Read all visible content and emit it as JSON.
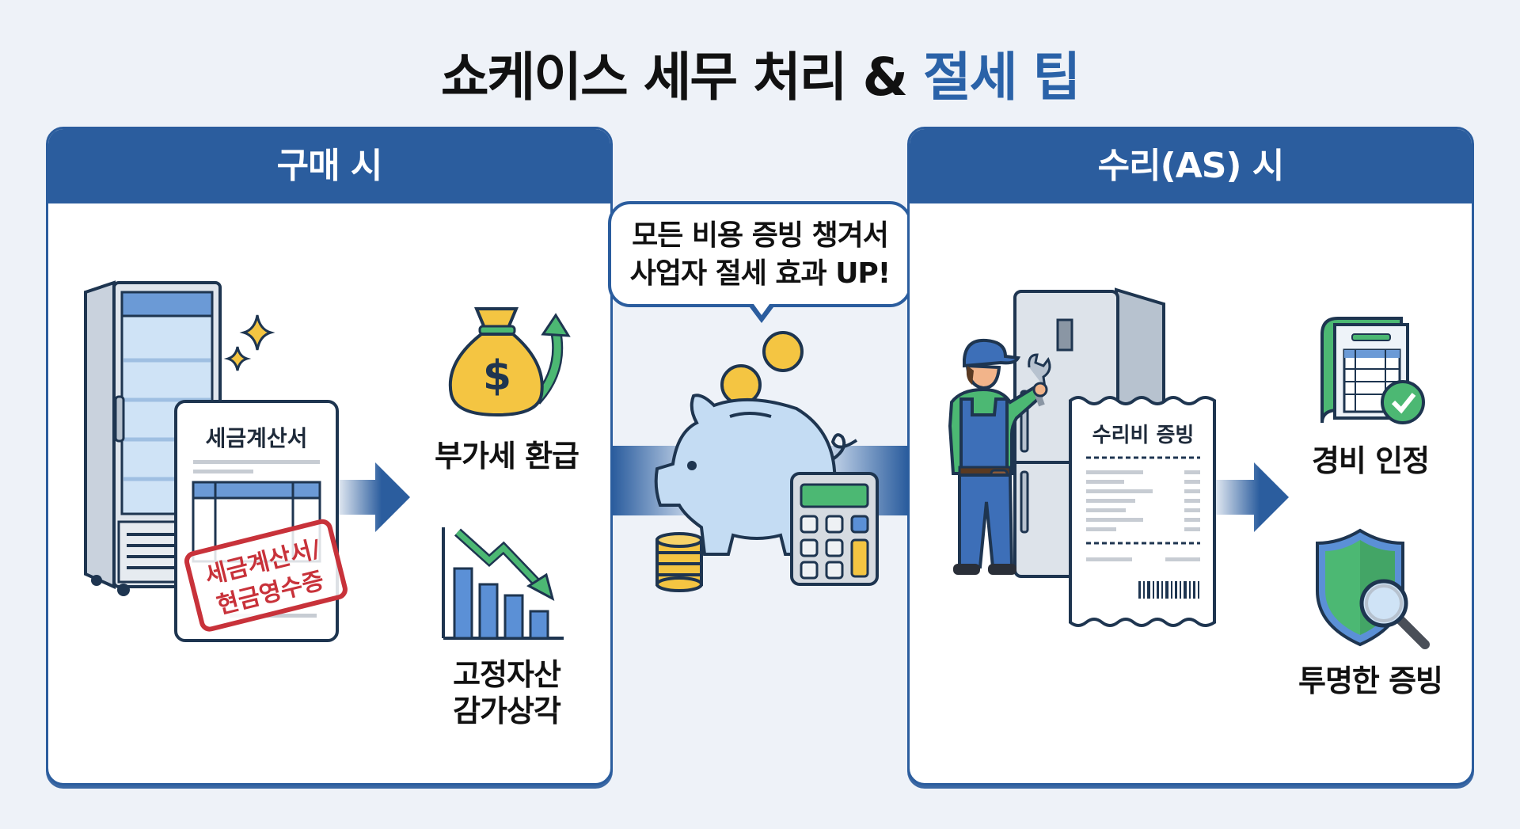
{
  "title": {
    "main": "쇼케이스 세무 처리 & ",
    "accent": "절세 팁"
  },
  "left_panel": {
    "header": "구매 시",
    "invoice_title": "세금계산서",
    "stamp_line1": "세금계산서/",
    "stamp_line2": "현금영수증",
    "benefits": [
      {
        "icon": "money-bag-icon",
        "label": "부가세 환급"
      },
      {
        "icon": "depreciation-chart-icon",
        "label_line1": "고정자산",
        "label_line2": "감가상각"
      }
    ]
  },
  "center": {
    "bubble_line1": "모든 비용 증빙 챙겨서",
    "bubble_line2": "사업자 절세 효과 UP!"
  },
  "right_panel": {
    "header": "수리(AS) 시",
    "receipt_title": "수리비 증빙",
    "benefits": [
      {
        "icon": "ledger-check-icon",
        "label": "경비 인정"
      },
      {
        "icon": "shield-search-icon",
        "label": "투명한 증빙"
      }
    ]
  },
  "colors": {
    "brand_blue": "#2b5d9e",
    "title_accent": "#2a62a8",
    "background": "#eef2f8",
    "stamp_red": "#c8323a",
    "coin_yellow": "#f4c542",
    "green": "#4cb873"
  }
}
